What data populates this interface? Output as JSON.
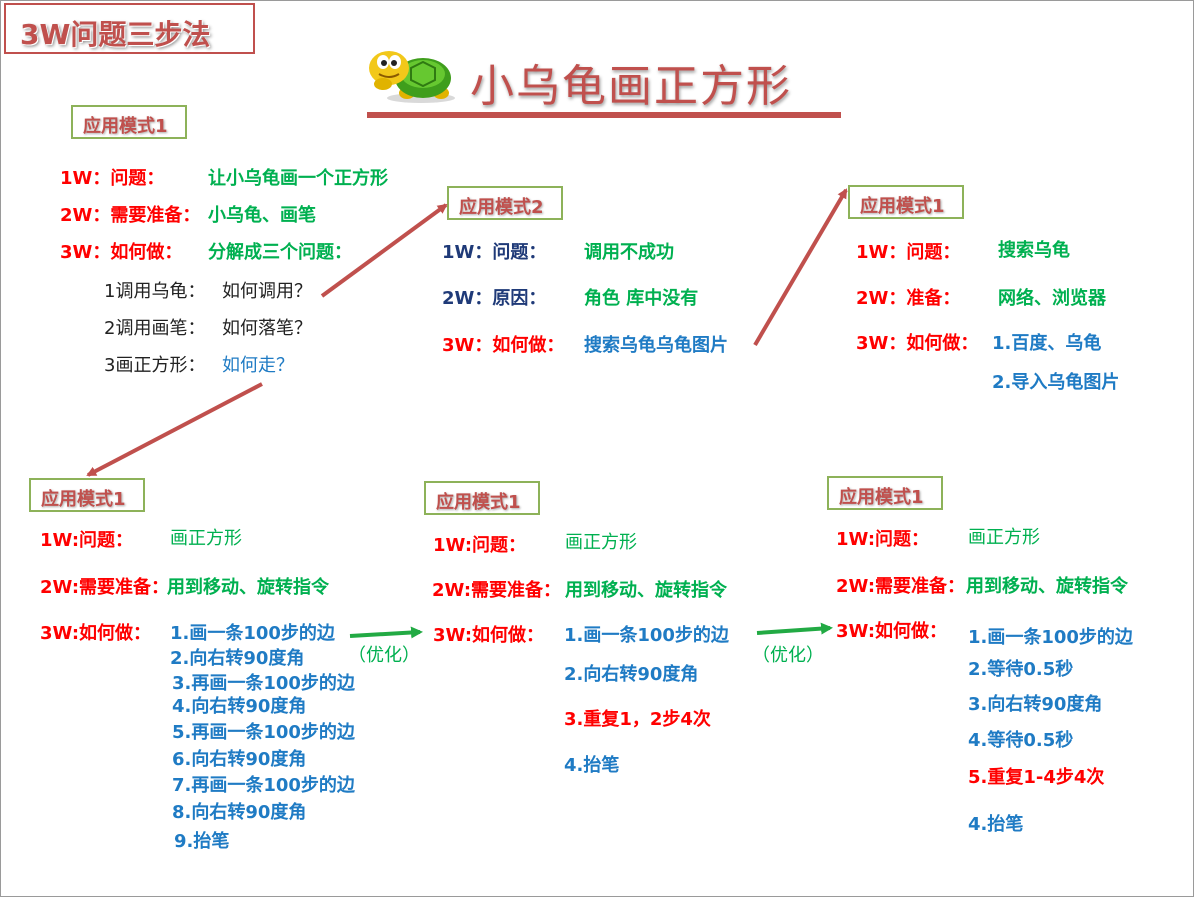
{
  "header": {
    "badge": "3W问题三步法",
    "title": "小乌龟画正方形"
  },
  "top_left": {
    "tag": "应用模式1",
    "q_label": "1W：问题：",
    "q_value": "让小乌龟画一个正方形",
    "prep_label": "2W：需要准备：",
    "prep_value": "小乌龟、画笔",
    "how_label": "3W：如何做：",
    "how_value": "分解成三个问题：",
    "sub": [
      {
        "label": "1调用乌龟：",
        "value": "如何调用？"
      },
      {
        "label": "2调用画笔：",
        "value": "如何落笔？"
      },
      {
        "label": "3画正方形：",
        "value": "如何走？"
      }
    ]
  },
  "top_mid": {
    "tag": "应用模式2",
    "q_label": "1W：问题：",
    "q_value": "调用不成功",
    "reason_label": "2W：原因：",
    "reason_value": "角色 库中没有",
    "how_label": "3W：如何做：",
    "how_value": "搜索乌龟乌龟图片"
  },
  "top_right": {
    "tag": "应用模式1",
    "q_label": "1W：问题：",
    "q_value": "搜索乌龟",
    "prep_label": "2W：准备：",
    "prep_value": "网络、浏览器",
    "how_label": "3W：如何做：",
    "steps": [
      "1.百度、乌龟",
      "2.导入乌龟图片"
    ]
  },
  "bottom_left": {
    "tag": "应用模式1",
    "q_label": "1W:问题：",
    "q_value": "画正方形",
    "prep_label": "2W:需要准备：",
    "prep_value": "用到移动、旋转指令",
    "how_label": "3W:如何做：",
    "steps": [
      "1.画一条100步的边",
      "2.向右转90度角",
      "3.再画一条100步的边",
      "4.向右转90度角",
      "5.再画一条100步的边",
      "6.向右转90度角",
      "7.再画一条100步的边",
      "8.向右转90度角",
      "9.抬笔"
    ]
  },
  "bottom_mid": {
    "tag": "应用模式1",
    "q_label": "1W:问题：",
    "q_value": "画正方形",
    "prep_label": "2W:需要准备：",
    "prep_value": "用到移动、旋转指令",
    "how_label": "3W:如何做：",
    "steps": [
      "1.画一条100步的边",
      "2.向右转90度角",
      "3.重复1，2步4次",
      "4.抬笔"
    ]
  },
  "bottom_right": {
    "tag": "应用模式1",
    "q_label": "1W:问题：",
    "q_value": "画正方形",
    "prep_label": "2W:需要准备：",
    "prep_value": "用到移动、旋转指令",
    "how_label": "3W:如何做：",
    "steps": [
      "1.画一条100步的边",
      "2.等待0.5秒",
      "3.向右转90度角",
      "4.等待0.5秒",
      "5.重复1-4步4次",
      "4.抬笔"
    ]
  },
  "optimize_label_1": "（优化）",
  "optimize_label_2": "（优化）",
  "colors": {
    "accent_red": "#c0504d",
    "label_red": "#ff0000",
    "green": "#00b050",
    "blue": "#1f7bc4",
    "navy": "#1f3a78",
    "tag_border": "#8db259"
  }
}
